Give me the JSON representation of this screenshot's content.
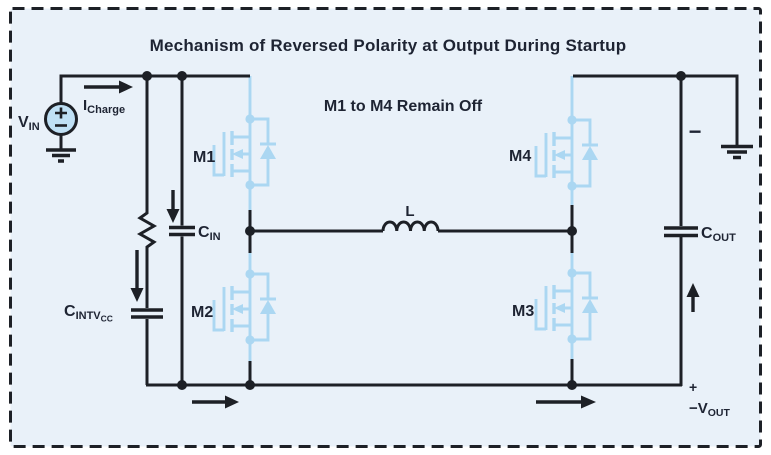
{
  "title": "Mechanism of Reversed Polarity at Output During Startup",
  "subtitle": "M1 to M4 Remain Off",
  "colors": {
    "bg": "#e9f1f9",
    "wire": "#1d2026",
    "mosfet": "#abd7f2",
    "vinfill": "#bfe0f5",
    "text": "#1e2433"
  },
  "labels": {
    "vin": {
      "main": "V",
      "sub": "IN"
    },
    "icharge": {
      "main": "I",
      "sub": "Charge"
    },
    "m1": "M1",
    "m2": "M2",
    "m3": "M3",
    "m4": "M4",
    "cin": {
      "main": "C",
      "sub": "IN"
    },
    "cintvcc": {
      "main": "C",
      "sub": "INTV",
      "subsub": "CC"
    },
    "cout": {
      "main": "C",
      "sub": "OUT"
    },
    "inductor": "L",
    "output_minus": "−",
    "vout": {
      "plus": "+",
      "main": "−V",
      "sub": "OUT"
    }
  }
}
